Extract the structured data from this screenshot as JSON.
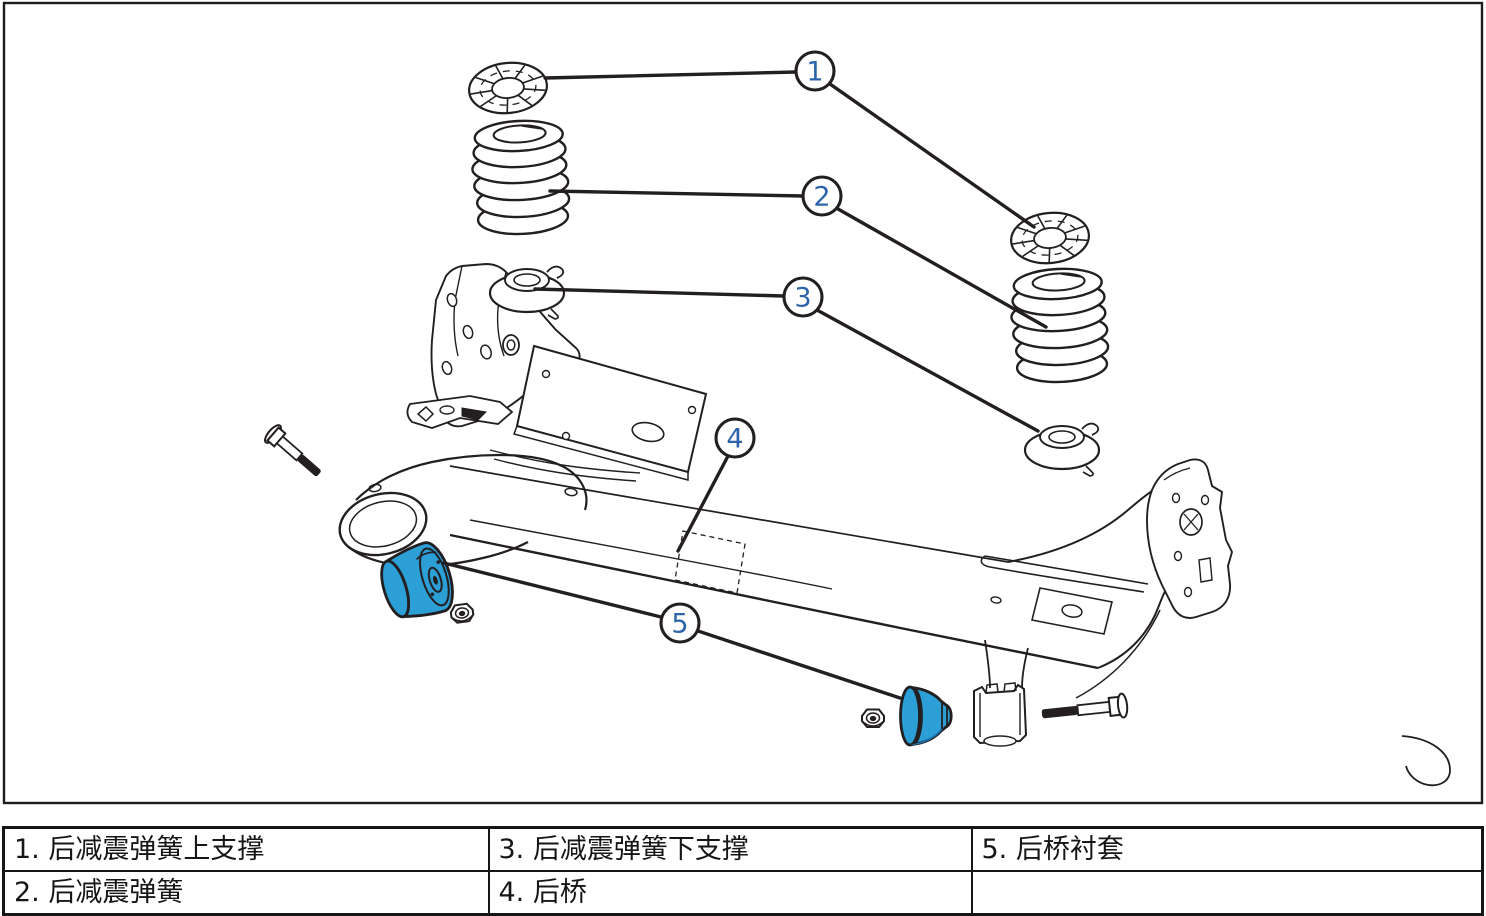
{
  "colors": {
    "outline": "#231f20",
    "part_highlight": "#2b9fd6",
    "part_highlight_shade": "#1a76b4",
    "callout_number": "#2d63aa"
  },
  "callouts": [
    {
      "num": "1"
    },
    {
      "num": "2"
    },
    {
      "num": "3"
    },
    {
      "num": "4"
    },
    {
      "num": "5"
    }
  ],
  "legend": {
    "rows": [
      [
        "1. 后减震弹簧上支撑",
        "3. 后减震弹簧下支撑",
        "5. 后桥衬套"
      ],
      [
        "2. 后减震弹簧",
        "4. 后桥",
        ""
      ]
    ]
  }
}
